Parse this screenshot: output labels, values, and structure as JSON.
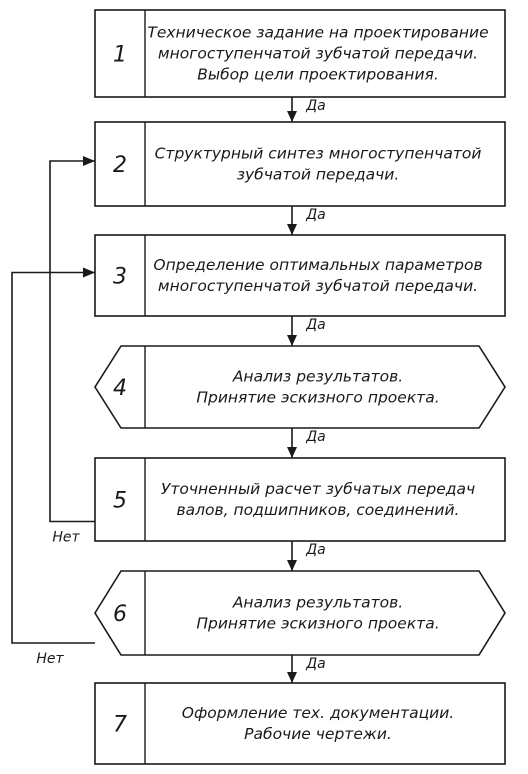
{
  "diagram": {
    "nodes": [
      {
        "id": "n1",
        "shape": "rect",
        "number": "1",
        "lines": [
          "Техническое задание на проектирование",
          "многоступенчатой зубчатой передачи.",
          "Выбор цели проектирования."
        ]
      },
      {
        "id": "n2",
        "shape": "rect",
        "number": "2",
        "lines": [
          "Структурный синтез многоступенчатой",
          "зубчатой передачи."
        ]
      },
      {
        "id": "n3",
        "shape": "rect",
        "number": "3",
        "lines": [
          "Определение оптимальных параметров",
          "многоступенчатой зубчатой передачи."
        ]
      },
      {
        "id": "n4",
        "shape": "hexagon",
        "number": "4",
        "lines": [
          "Анализ результатов.",
          "Принятие эскизного проекта."
        ]
      },
      {
        "id": "n5",
        "shape": "rect",
        "number": "5",
        "lines": [
          "Уточненный расчет зубчатых передач",
          "валов, подшипников, соединений."
        ]
      },
      {
        "id": "n6",
        "shape": "hexagon",
        "number": "6",
        "lines": [
          "Анализ результатов.",
          "Принятие эскизного проекта."
        ]
      },
      {
        "id": "n7",
        "shape": "rect",
        "number": "7",
        "lines": [
          "Оформление тех. документации.",
          "Рабочие чертежи."
        ]
      }
    ],
    "edges": [
      {
        "from": "n1",
        "to": "n2",
        "label": "Да"
      },
      {
        "from": "n2",
        "to": "n3",
        "label": "Да"
      },
      {
        "from": "n3",
        "to": "n4",
        "label": "Да"
      },
      {
        "from": "n4",
        "to": "n5",
        "label": "Да"
      },
      {
        "from": "n5",
        "to": "n6",
        "label": "Да"
      },
      {
        "from": "n6",
        "to": "n7",
        "label": "Да"
      },
      {
        "from": "n5",
        "to": "n2",
        "label": "Нет",
        "kind": "feedback"
      },
      {
        "from": "n6",
        "to": "n3",
        "label": "Нет",
        "kind": "feedback"
      }
    ]
  }
}
